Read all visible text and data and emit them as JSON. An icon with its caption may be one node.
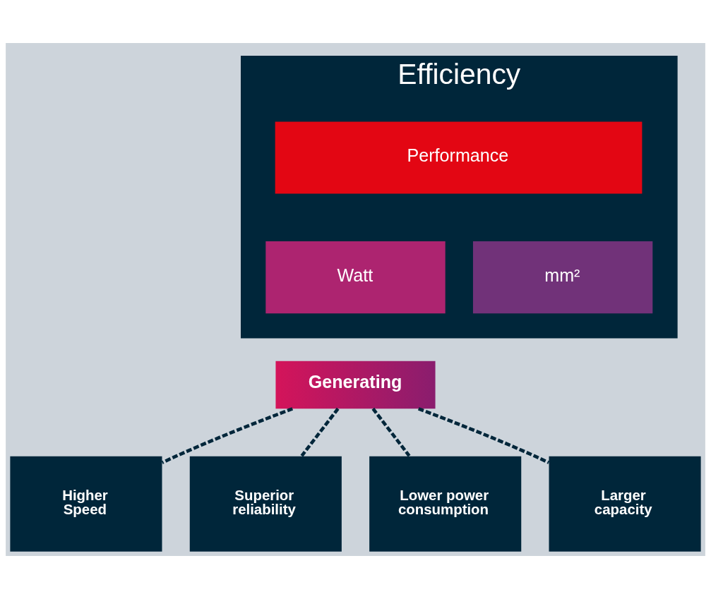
{
  "diagram": {
    "nodes": [
      {
        "text": [
          "Efficiency"
        ]
      },
      {
        "text": [
          "Performance"
        ],
        "in": 0
      },
      {
        "text": [
          "Watt"
        ],
        "in": 0
      },
      {
        "text": [
          "mm²"
        ],
        "in": 0
      },
      {
        "text": [
          "Generating"
        ]
      },
      {
        "text": [
          "Higher Speed"
        ]
      },
      {
        "text": [
          "Superior reliability"
        ]
      },
      {
        "text": [
          "Lower power consumption"
        ]
      },
      {
        "text": [
          "Larger capacity"
        ]
      }
    ],
    "edges": [
      {
        "from": 4,
        "to": 5,
        "arrow": "none",
        "style": "dashed"
      },
      {
        "from": 4,
        "to": 6,
        "arrow": "none",
        "style": "dashed"
      },
      {
        "from": 4,
        "to": 7,
        "arrow": "none",
        "style": "dashed"
      },
      {
        "from": 4,
        "to": 8,
        "arrow": "none",
        "style": "dashed"
      }
    ]
  }
}
